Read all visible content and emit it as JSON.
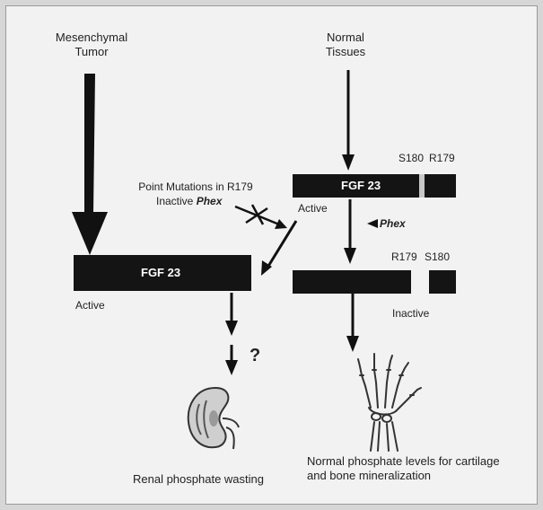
{
  "diagram": {
    "left_column": {
      "source": "Mesenchymal\nTumor",
      "bar_label": "FGF 23",
      "bar_state": "Active",
      "outcome": "Renal phosphate wasting",
      "unknown_step": "?"
    },
    "right_column": {
      "source": "Normal\nTissues",
      "bar_label": "FGF 23",
      "bar_state_top": "Active",
      "cleavage_sites_top": [
        "S180",
        "R179"
      ],
      "enzyme": "Phex",
      "cleavage_sites_bottom": [
        "R179",
        "S180"
      ],
      "bar_state_bottom": "Inactive",
      "outcome": "Normal phosphate levels for cartilage\nand bone mineralization"
    },
    "mutation": {
      "line1": "Point Mutations in R179",
      "line2_prefix": "Inactive",
      "line2_enzyme": "Phex"
    },
    "icons": {
      "kidney": "kidney-icon",
      "hand": "hand-skeleton-icon"
    },
    "colors": {
      "bar": "#141414",
      "background": "#f2f2f2",
      "cleavage_mark": "#c8c8c8"
    }
  }
}
